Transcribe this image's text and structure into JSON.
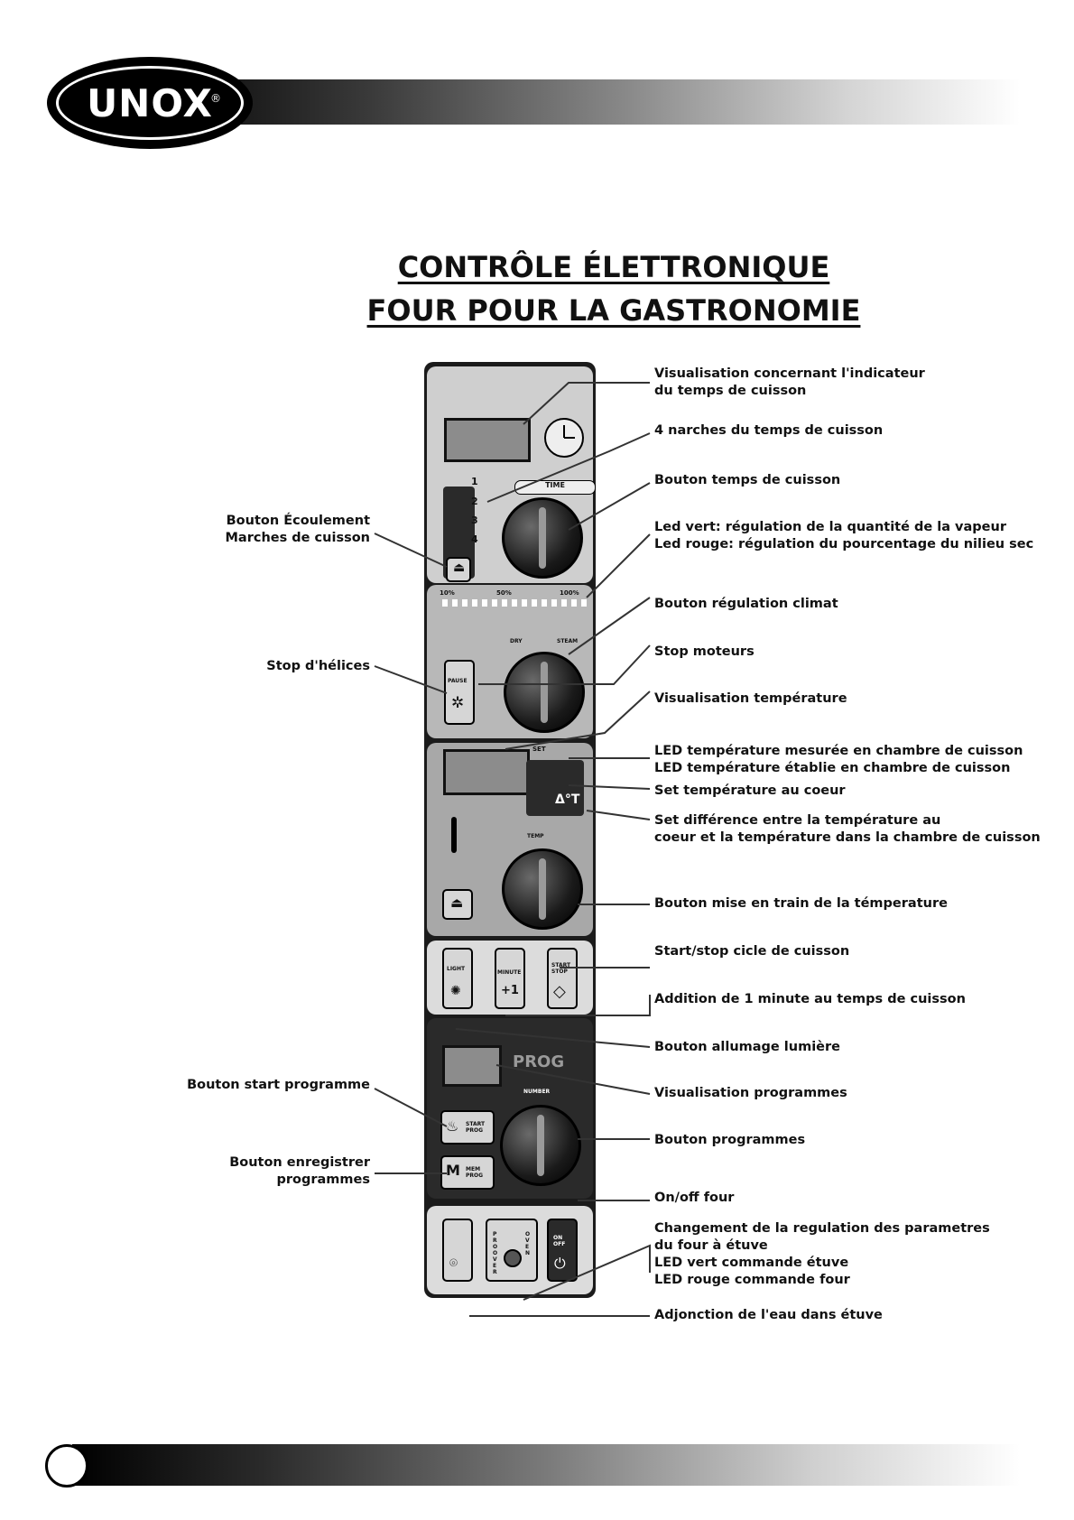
{
  "header": {
    "brand": "UNOX",
    "registered": "®"
  },
  "title": {
    "line1": "CONTRÔLE ÉLETTRONIQUE",
    "line2": "FOUR POUR LA GASTRONOMIE"
  },
  "panel": {
    "steps": [
      "1",
      "2",
      "3",
      "4"
    ],
    "time_knob": "TIME",
    "climate_scale": [
      "10%",
      "50%",
      "100%"
    ],
    "climate_arc_left": "DRY",
    "climate_arc_right": "STEAM",
    "pause_label": "PAUSE",
    "set_label": "SET",
    "delta_t": "Δ°T",
    "temp_knob": "TEMP",
    "light_label": "LIGHT",
    "minute_label": "MINUTE",
    "plus_one": "+1",
    "start_stop": "START STOP",
    "prog_label": "PROG",
    "number_knob": "NUMBER",
    "start_prog": "START PROG",
    "mem_prog": "MEM PROG",
    "m_letter": "M",
    "proover": "PROOVER",
    "oven": "OVEN",
    "on_off": "ON OFF"
  },
  "labels_right": [
    "Visualisation concernant l'indicateur\ndu temps de cuisson",
    "4 narches du temps de cuisson",
    "Bouton temps de cuisson",
    "Led vert: régulation de la quantité de la vapeur\nLed rouge: régulation du pourcentage du nilieu sec",
    "Bouton régulation climat",
    "Stop moteurs",
    "Visualisation température",
    "LED température mesurée en chambre de cuisson\nLED température établie en chambre de cuisson",
    "Set température au coeur",
    "Set différence entre la température au\ncoeur et la température dans la chambre de cuisson",
    "Bouton mise en train de la témperature",
    "Start/stop cicle de cuisson",
    "Addition de 1 minute au temps de cuisson",
    "Bouton allumage lumière",
    "Visualisation programmes",
    "Bouton programmes",
    "On/off four",
    "Changement de la regulation des parametres\ndu four à étuve\nLED vert commande étuve\nLED rouge commande four",
    "Adjonction de l'eau dans étuve"
  ],
  "labels_left": [
    "Bouton Écoulement\nMarches de cuisson",
    "Stop d'hélices",
    "Bouton start programme",
    "Bouton enregistrer\nprogrammes"
  ]
}
